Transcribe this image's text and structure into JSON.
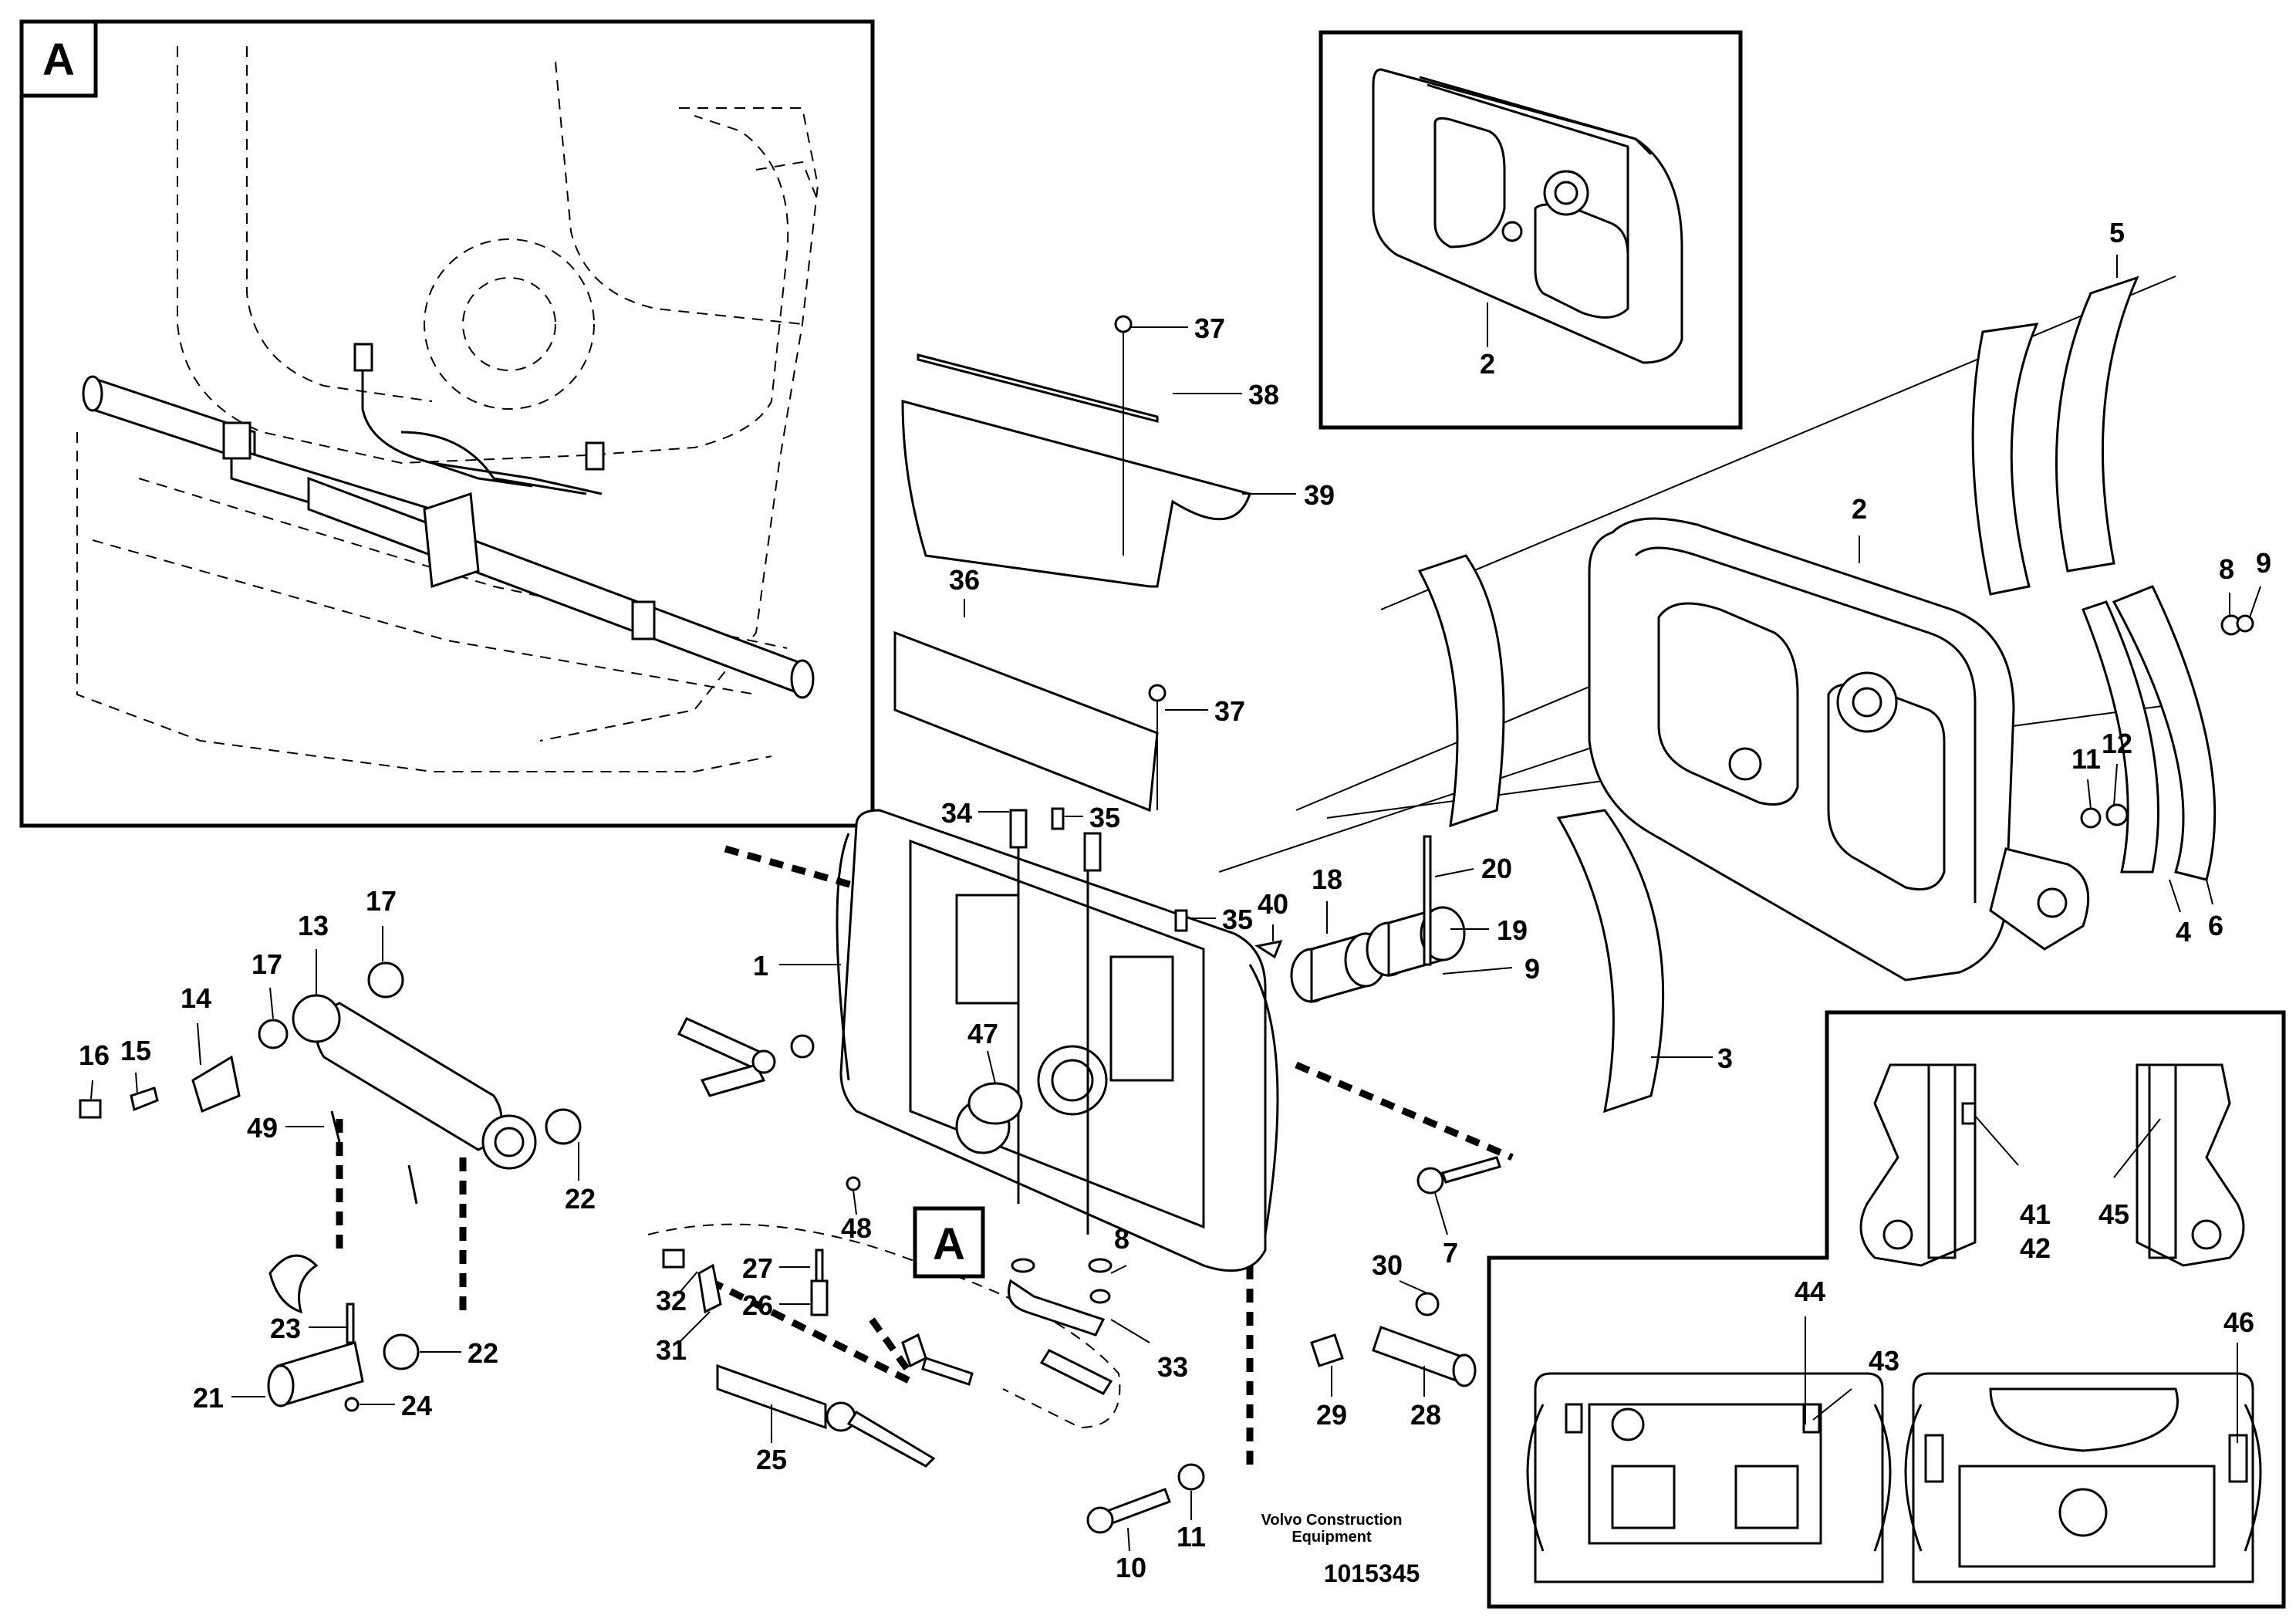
{
  "detail_tag": "A",
  "view_tag": "A",
  "callouts": {
    "n1": "1",
    "n2_top": "2",
    "n2_main": "2",
    "n3": "3",
    "n4": "4",
    "n5": "5",
    "n6": "6",
    "n7": "7",
    "n8_right": "8",
    "n8_lower": "8",
    "n9_right": "9",
    "n9_mid": "9",
    "n10": "10",
    "n11_right": "11",
    "n11_lower": "11",
    "n12": "12",
    "n13": "13",
    "n14": "14",
    "n15": "15",
    "n16": "16",
    "n17_a": "17",
    "n17_b": "17",
    "n18": "18",
    "n19": "19",
    "n20": "20",
    "n21": "21",
    "n22_a": "22",
    "n22_b": "22",
    "n23": "23",
    "n24": "24",
    "n25": "25",
    "n26": "26",
    "n27": "27",
    "n28": "28",
    "n29": "29",
    "n30": "30",
    "n31": "31",
    "n32": "32",
    "n33": "33",
    "n34": "34",
    "n35_a": "35",
    "n35_b": "35",
    "n36": "36",
    "n37_a": "37",
    "n37_b": "37",
    "n38": "38",
    "n39": "39",
    "n40": "40",
    "n41": "41",
    "n42": "42",
    "n43": "43",
    "n44": "44",
    "n45": "45",
    "n46": "46",
    "n47": "47",
    "n48": "48",
    "n49": "49"
  },
  "footer": {
    "brand_line1": "Volvo Construction",
    "brand_line2": "Equipment",
    "drawing_number": "1015345"
  }
}
